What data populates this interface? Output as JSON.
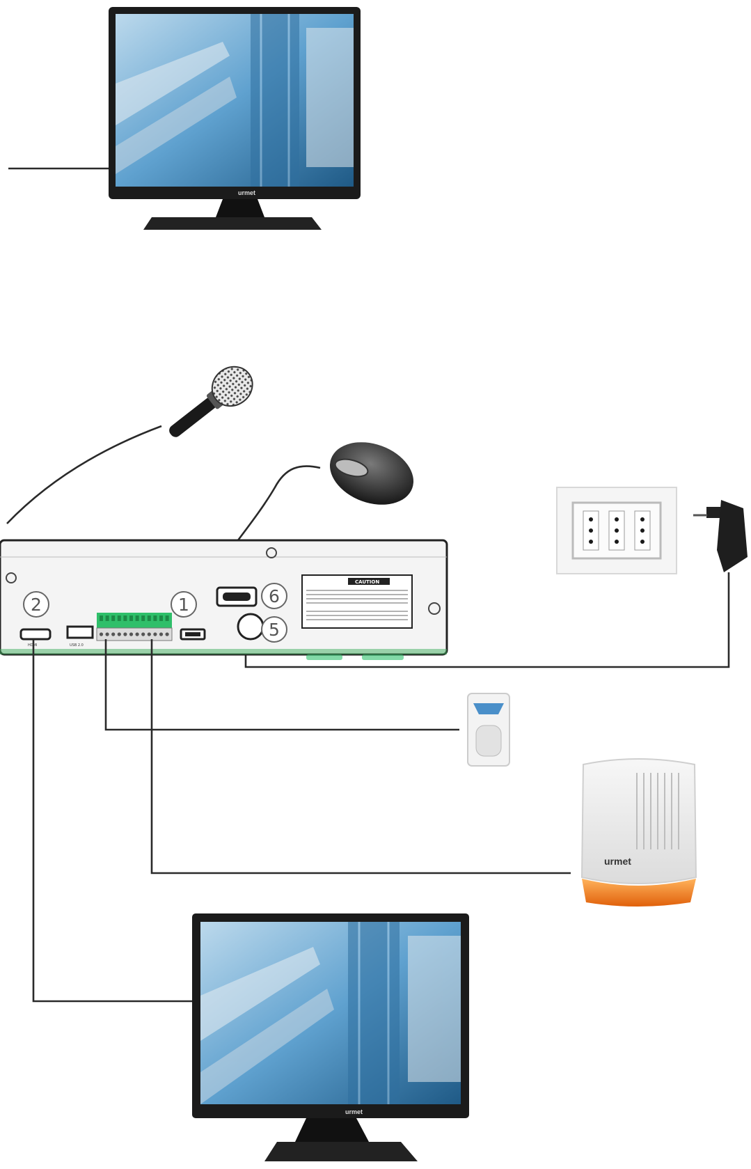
{
  "colors": {
    "nvr_body": "#f4f4f4",
    "terminal_green": "#2fbf6a",
    "siren_orange": "#f07a1c",
    "cable": "#2a2a2a",
    "screen_blue": "#3f86b8"
  },
  "monitor_top": {
    "brand": "urmet"
  },
  "monitor_bottom": {
    "brand": "urmet"
  },
  "siren": {
    "brand": "urmet"
  },
  "nvr": {
    "usb_label": "USB 2.0",
    "hdmi_label": "HDMI",
    "caution_label": "CAUTION",
    "callouts": [
      {
        "id": "usb",
        "label": "1"
      },
      {
        "id": "hdmi",
        "label": "2"
      },
      {
        "id": "power",
        "label": "5"
      },
      {
        "id": "switch",
        "label": "6"
      }
    ]
  }
}
